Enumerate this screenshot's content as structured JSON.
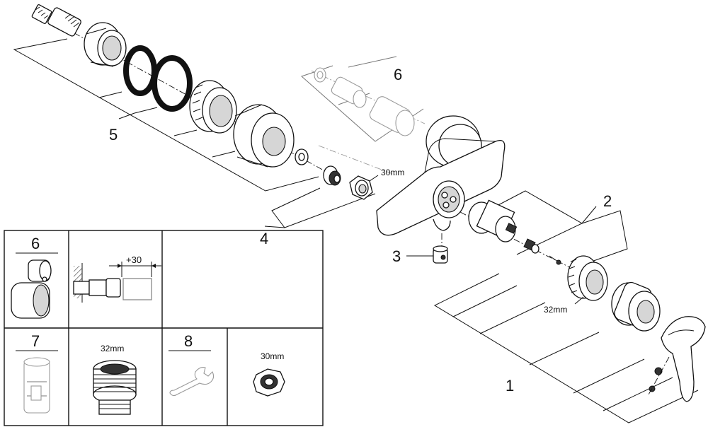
{
  "callouts": {
    "c1": "1",
    "c2": "2",
    "c3": "3",
    "c4": "4",
    "c5": "5",
    "c6": "6"
  },
  "dimensions": {
    "nut_30": "30mm",
    "ring_32": "32mm"
  },
  "legend": {
    "cell6_number": "6",
    "cell6_extension": "+30",
    "cell7_number": "7",
    "cell7b_label": "32mm",
    "cell8_number": "8",
    "cell8b_label": "30mm"
  }
}
